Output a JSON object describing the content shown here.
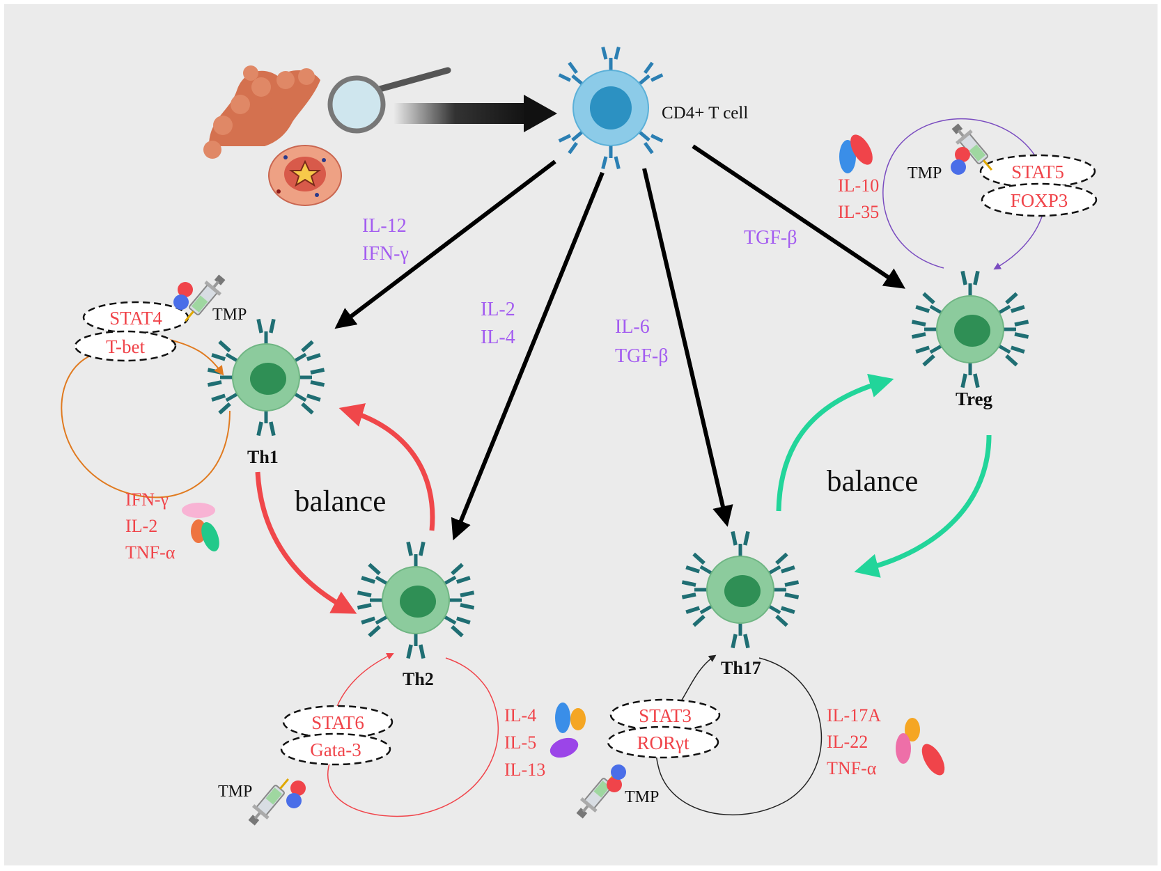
{
  "colors": {
    "background": "#ebebeb",
    "red_text": "#f0444a",
    "purple_text": "#a35cf0",
    "black_text": "#111111",
    "cd4_cell": "#8ccbe8",
    "cd4_nucleus": "#2c91c2",
    "t_cell": "#8ccb9d",
    "t_cell_nucleus": "#2f8f55",
    "receptor": "#1f6e73",
    "red_arrow": "#f0474a",
    "green_arrow": "#22d59a",
    "orange_loop": "#e07a1f",
    "purple_loop": "#7a4cc0"
  },
  "cells": {
    "cd4": "CD4+ T cell",
    "th1": "Th1",
    "th2": "Th2",
    "th17": "Th17",
    "treg": "Treg"
  },
  "inducers": {
    "th1": [
      "IL-12",
      "IFN-γ"
    ],
    "th2": [
      "IL-2",
      "IL-4"
    ],
    "th17": [
      "IL-6",
      "TGF-β"
    ],
    "treg": [
      "TGF-β"
    ]
  },
  "transcription_factors": {
    "th1": [
      "STAT4",
      "T-bet"
    ],
    "th2": [
      "STAT6",
      "Gata-3"
    ],
    "th17": [
      "STAT3",
      "RORγt"
    ],
    "treg": [
      "STAT5",
      "FOXP3"
    ]
  },
  "cytokines": {
    "th1": [
      "IFN-γ",
      "IL-2",
      "TNF-α"
    ],
    "th2": [
      "IL-4",
      "IL-5",
      "IL-13"
    ],
    "th17": [
      "IL-17A",
      "IL-22",
      "TNF-α"
    ],
    "treg": [
      "IL-10",
      "IL-35"
    ]
  },
  "drug_label": "TMP",
  "balance_label": "balance",
  "icons": [
    "colon-tissue-icon",
    "magnifier-icon",
    "syringe-icon",
    "cytokine-molecule-icon"
  ]
}
